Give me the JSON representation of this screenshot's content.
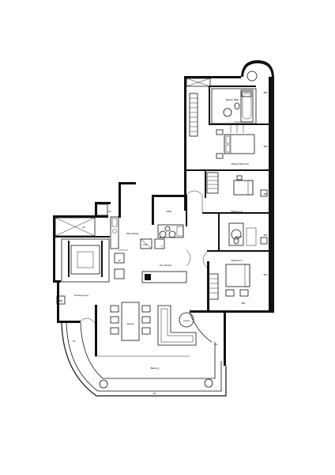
{
  "rooms": {
    "master_bath": "Master Bath",
    "master_bedroom": "Master Bedroom",
    "bedroom_2": "Bedroom 2",
    "bath_2": "Bath 2",
    "bedroom_1": "Bedroom 1",
    "utility": "Utility",
    "wet_kitchen": "Wet Kitchen",
    "dry_kitchen": "Dry Kitchen",
    "private_foyer": "Private Foyer",
    "dining": "Dining",
    "living": "Living",
    "balcony": "Balcony"
  },
  "tags": {
    "ac": "AC",
    "ac_ledge": "AC",
    "dw": "DW",
    "w": "W",
    "f": "F",
    "pl_left": "PL",
    "pl_right": "PL",
    "pl_bottom": "PL",
    "bw": "BW",
    "bw2": "BW",
    "bw3": "BW",
    "bw4": "BW",
    "bw5": "BW",
    "bw6": "BW",
    "db": "DB"
  }
}
